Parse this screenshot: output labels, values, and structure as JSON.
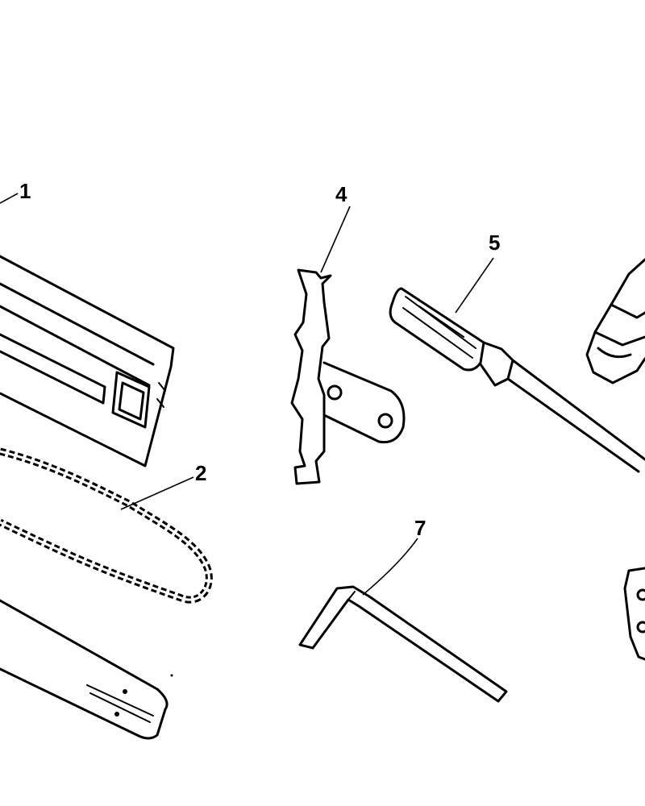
{
  "parts": [
    {
      "id": "bar-cover",
      "callout": "1",
      "icon": "bar-cover-icon"
    },
    {
      "id": "saw-chain",
      "callout": "2",
      "icon": "saw-chain-icon"
    },
    {
      "id": "guide-bar",
      "callout": "",
      "icon": "guide-bar-icon"
    },
    {
      "id": "depth-gauge",
      "callout": "4",
      "icon": "depth-gauge-icon"
    },
    {
      "id": "screwdriver",
      "callout": "5",
      "icon": "screwdriver-icon"
    },
    {
      "id": "spark-plug-wrench",
      "callout": "",
      "icon": "socket-wrench-icon"
    },
    {
      "id": "hex-key",
      "callout": "7",
      "icon": "hex-key-icon"
    },
    {
      "id": "bracket",
      "callout": "",
      "icon": "bracket-icon"
    }
  ],
  "colors": {
    "line": "#000000",
    "background": "#ffffff"
  }
}
